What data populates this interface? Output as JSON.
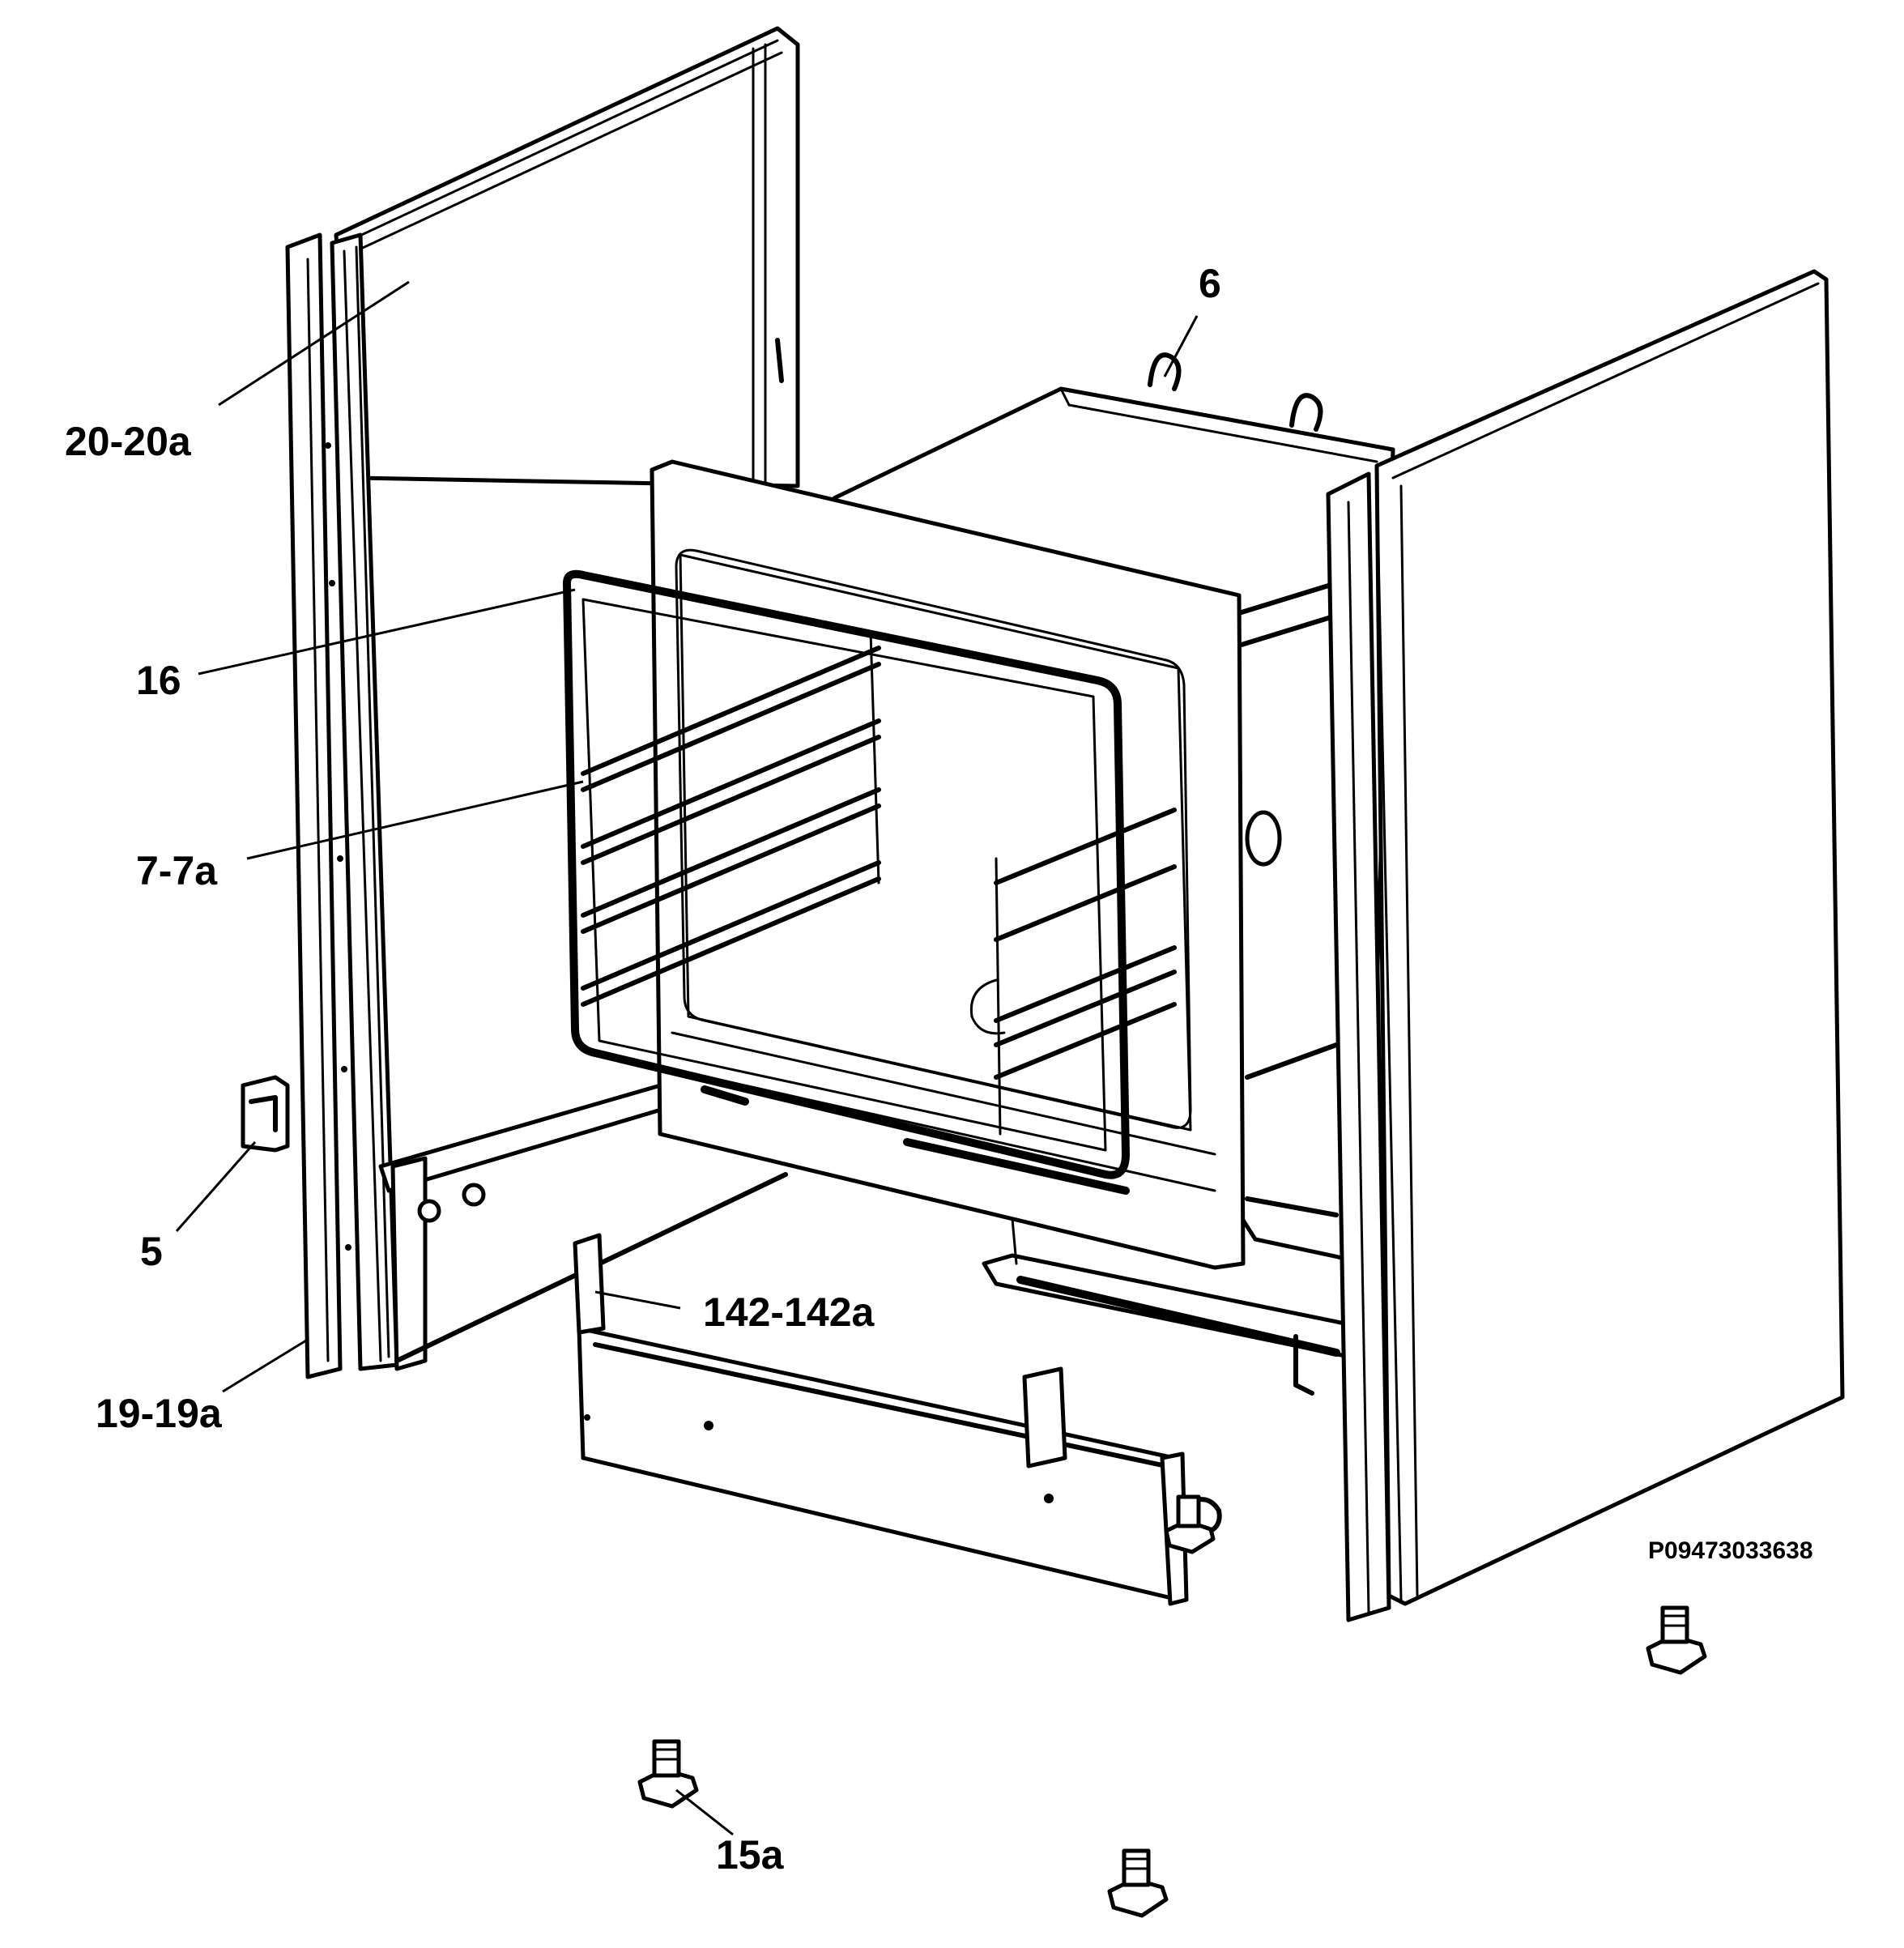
{
  "labels": {
    "l1": "20-20a",
    "l2": "6",
    "l3": "16",
    "l4": "7-7a",
    "l5": "5",
    "l6": "142-142a",
    "l7": "19-19a",
    "l8": "15a",
    "code": "P09473033638"
  }
}
